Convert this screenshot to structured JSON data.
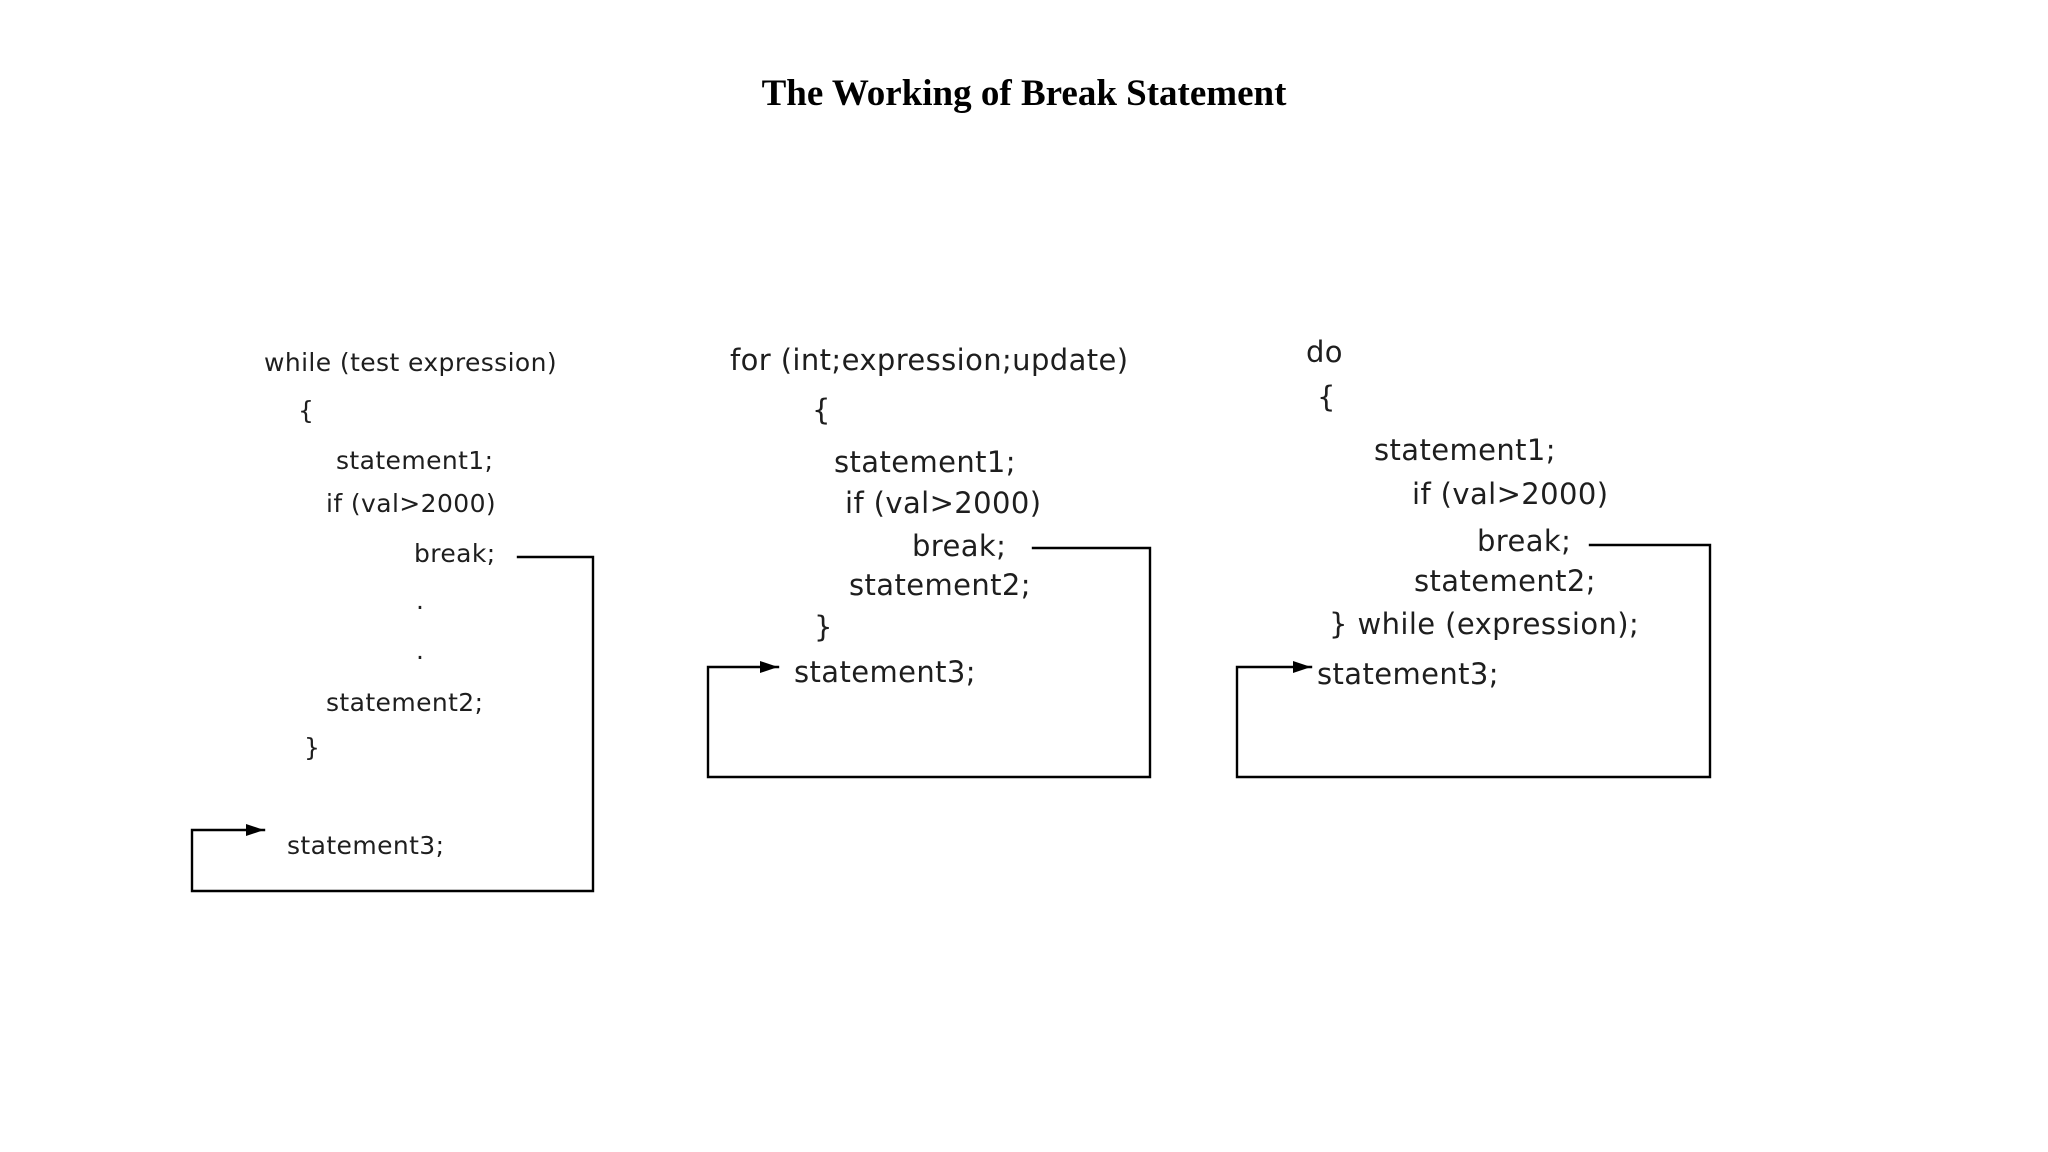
{
  "title": "The Working of Break Statement",
  "colors": {
    "background": "#ffffff",
    "text": "#1e1e1e",
    "arrow": "#000000"
  },
  "blocks": [
    {
      "name": "while-loop",
      "lines": [
        "while (test expression)",
        "{",
        "statement1;",
        "if (val>2000)",
        "break;",
        ".",
        ".",
        "statement2;",
        "}",
        "statement3;"
      ]
    },
    {
      "name": "for-loop",
      "lines": [
        "for (int;expression;update)",
        "{",
        "statement1;",
        "if (val>2000)",
        "break;",
        "statement2;",
        "}",
        "statement3;"
      ]
    },
    {
      "name": "do-while-loop",
      "lines": [
        "do",
        "{",
        "statement1;",
        "if (val>2000)",
        "break;",
        "statement2;",
        "} while (expression);",
        "statement3;"
      ]
    }
  ]
}
